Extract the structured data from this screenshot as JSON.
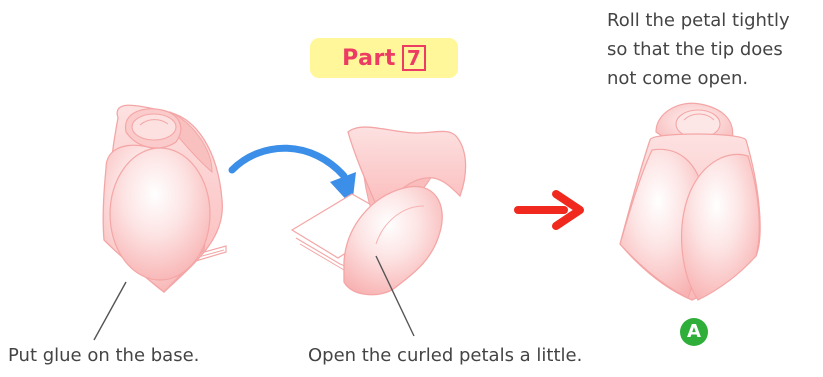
{
  "part": {
    "label": "Part",
    "number": "7"
  },
  "steps": {
    "base_caption": "Put glue on the base.",
    "open_caption": "Open the curled petals a little.",
    "roll_caption_lines": [
      "Roll the petal tightly",
      "so that the tip does",
      "not come open."
    ],
    "marker": "A"
  },
  "colors": {
    "badge_bg": "#fff79a",
    "badge_text": "#ec3c63",
    "petal_fill": "#fdd0d0",
    "petal_stroke": "#f4a6a6",
    "curve_arrow": "#3b8fe8",
    "red_arrow": "#f0281e",
    "marker_bg": "#2fae3a"
  }
}
